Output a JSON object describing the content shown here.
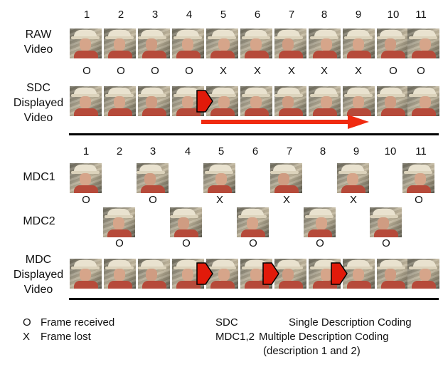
{
  "frame_numbers": [
    "1",
    "2",
    "3",
    "4",
    "5",
    "6",
    "7",
    "8",
    "9",
    "10",
    "11"
  ],
  "labels": {
    "raw": [
      "RAW",
      "Video"
    ],
    "sdc": [
      "SDC",
      "Displayed",
      "Video"
    ],
    "mdc1": "MDC1",
    "mdc2": "MDC2",
    "mdc": [
      "MDC",
      "Displayed",
      "Video"
    ]
  },
  "raw_marks": [
    "O",
    "O",
    "O",
    "O",
    "X",
    "X",
    "X",
    "X",
    "X",
    "O",
    "O"
  ],
  "mdc1_marks": [
    "O",
    "O",
    "X",
    "X",
    "X",
    "O"
  ],
  "mdc2_marks": [
    "O",
    "O",
    "O",
    "O",
    "O"
  ],
  "legend": {
    "o_symbol": "O",
    "o_text": "Frame received",
    "x_symbol": "X",
    "x_text": "Frame lost",
    "sdc_key": "SDC",
    "sdc_text": "Single Description Coding",
    "mdc_key": "MDC1,2",
    "mdc_text": "Multiple Description Coding",
    "mdc_text2": "(description 1 and 2)"
  },
  "colors": {
    "arrow": "#f02a10",
    "marker": "#e11a0a",
    "rule": "#000000"
  },
  "icons": {
    "frame": "video-frame-thumbnail",
    "loss_marker": "red-pentagon-marker",
    "arrow": "right-arrow"
  }
}
